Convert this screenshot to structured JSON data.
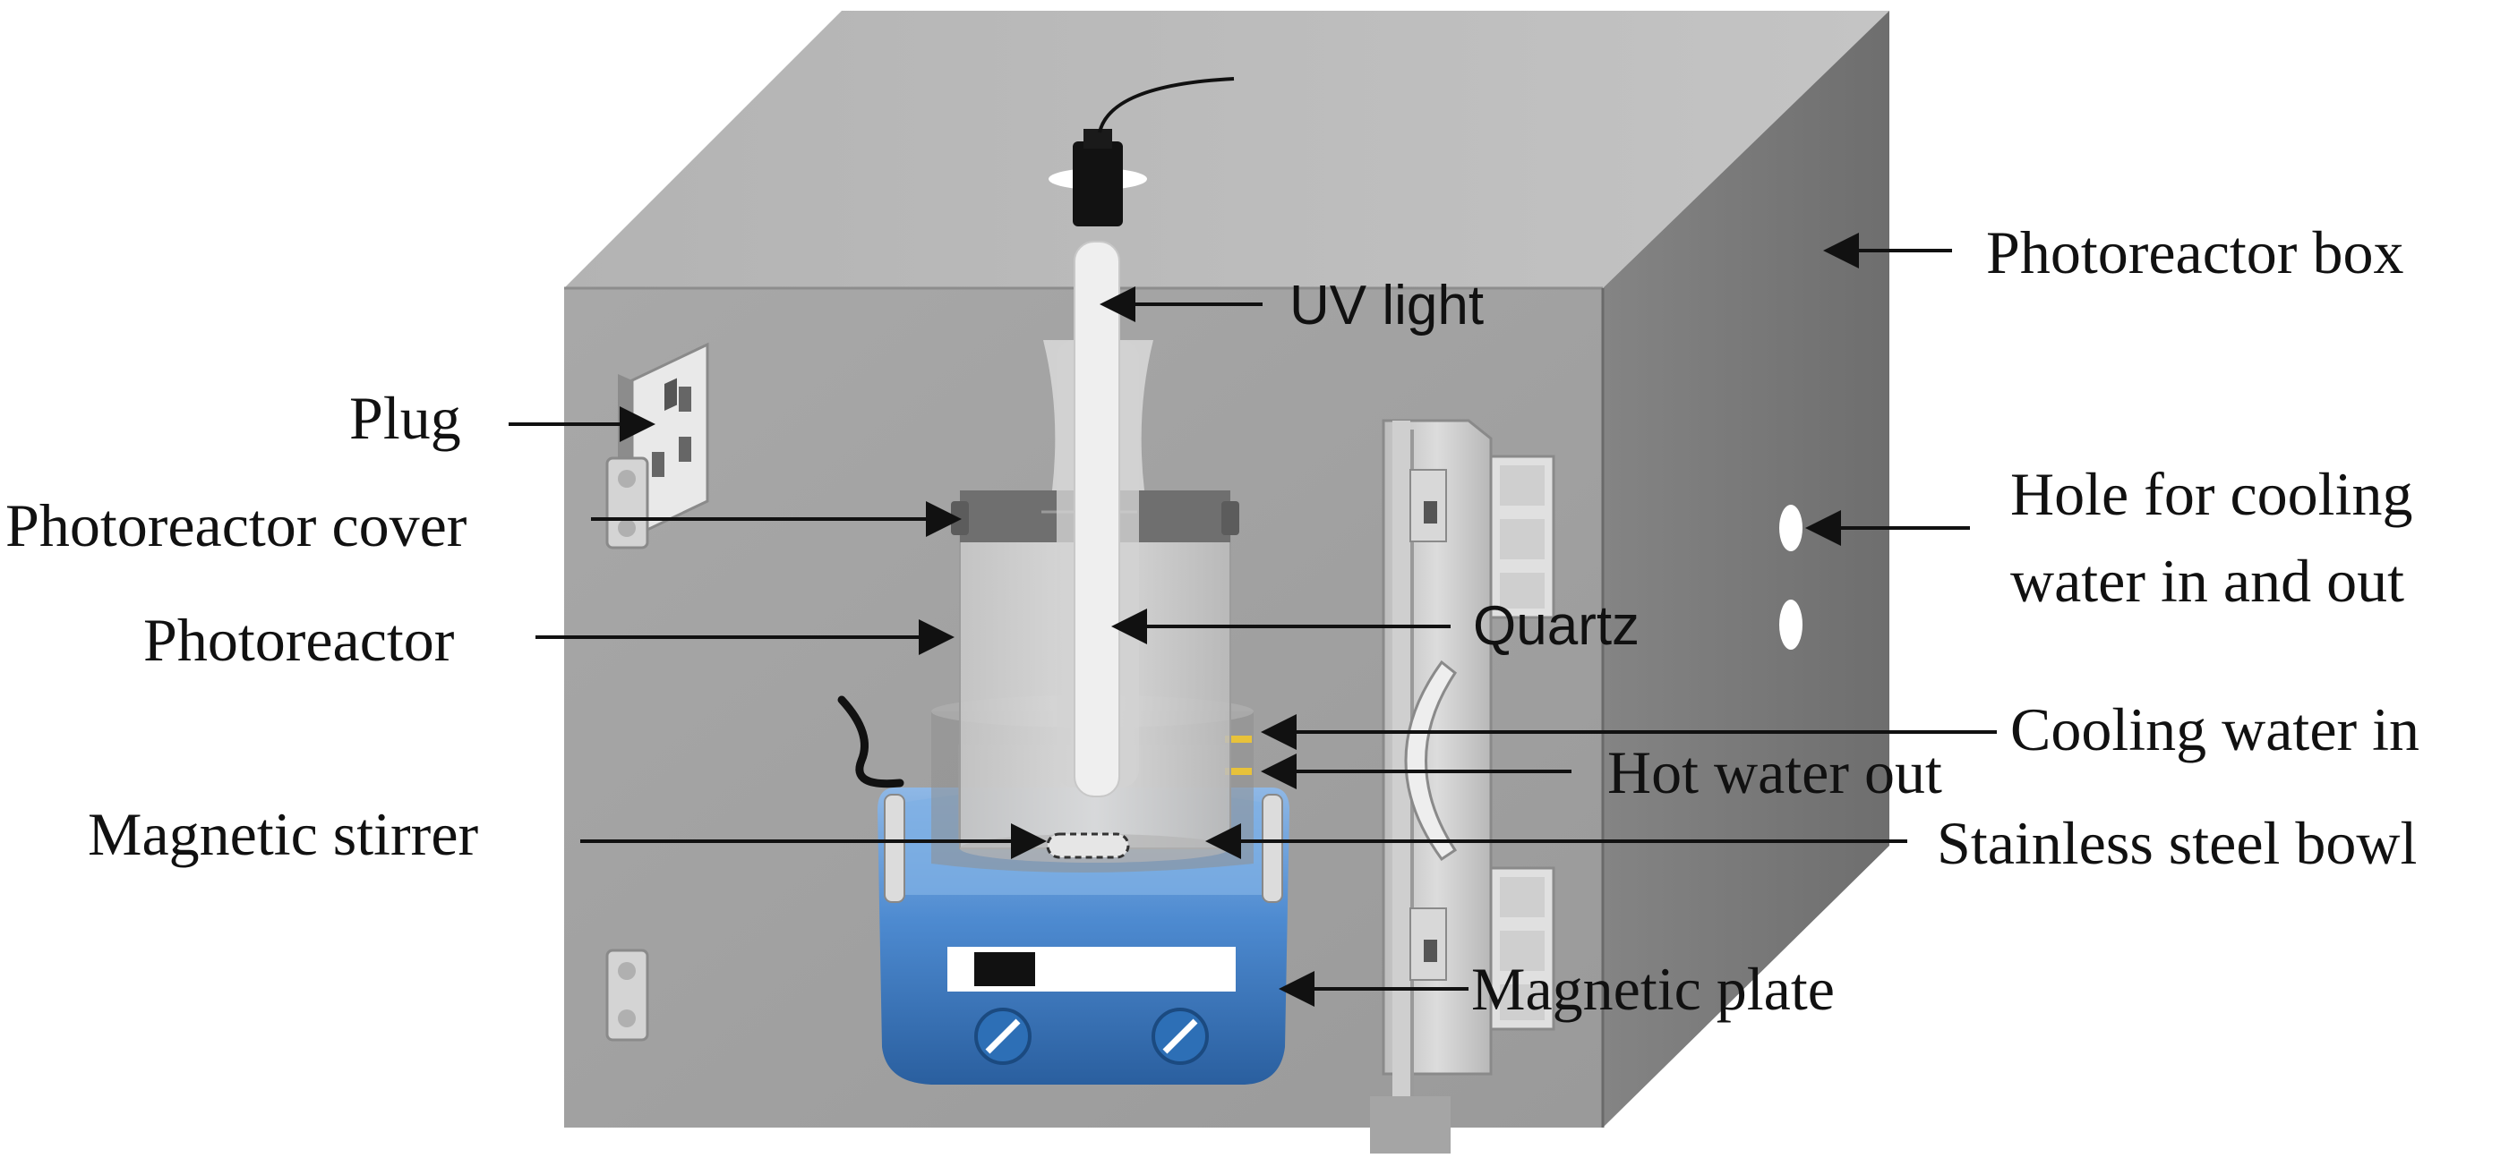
{
  "labels": {
    "photoreactor_box": "Photoreactor box",
    "uv_light": "UV light",
    "plug": "Plug",
    "photoreactor_cover": "Photoreactor cover",
    "photoreactor": "Photoreactor",
    "quartz": "Quartz",
    "hole_line1": "Hole for cooling",
    "hole_line2": "water in and out",
    "cooling_water_in": "Cooling water in",
    "hot_water_out": "Hot water out",
    "magnetic_stirrer": "Magnetic stirrer",
    "stainless_steel_bowl": "Stainless steel bowl",
    "magnetic_plate": "Magnetic plate"
  },
  "colors": {
    "box_front": "#a3a3a3",
    "box_top": "#bdbdbd",
    "box_side": "#7c7c7c",
    "plate_blue": "#3f7fc8",
    "plate_dark": "#1f4f8a",
    "knob": "#2b6fb8",
    "connector_yellow": "#e8c23a",
    "arrow": "#111111"
  }
}
